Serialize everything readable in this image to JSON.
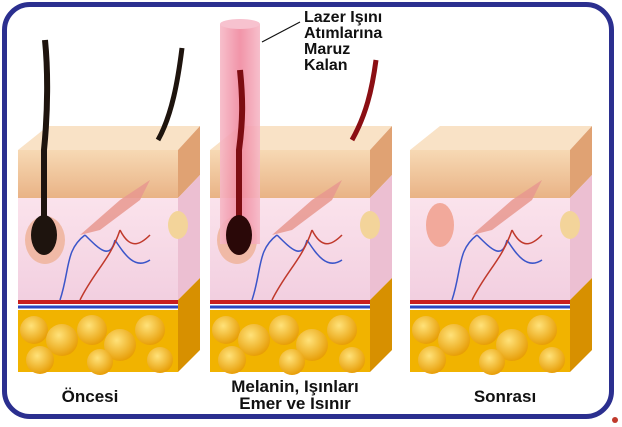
{
  "panels": [
    {
      "caption_lines": [
        "Öncesi"
      ],
      "state": "before"
    },
    {
      "caption_lines": [
        "Melanin, Işınları",
        "Emer ve Isınır"
      ],
      "state": "during"
    },
    {
      "caption_lines": [
        "Sonrası"
      ],
      "state": "after"
    }
  ],
  "annotation": "Lazer Işını\nAtımlarına\nMaruz\nKalan",
  "colors": {
    "frame": "#2b2f8f",
    "laser_beam": "#f3a3b4",
    "dark_hair": "#2a1a12",
    "heated_hair": "#8b0f14",
    "skin_top": "#f1c89c",
    "dermis": "#f6dde8",
    "fat": "#f5b800"
  }
}
